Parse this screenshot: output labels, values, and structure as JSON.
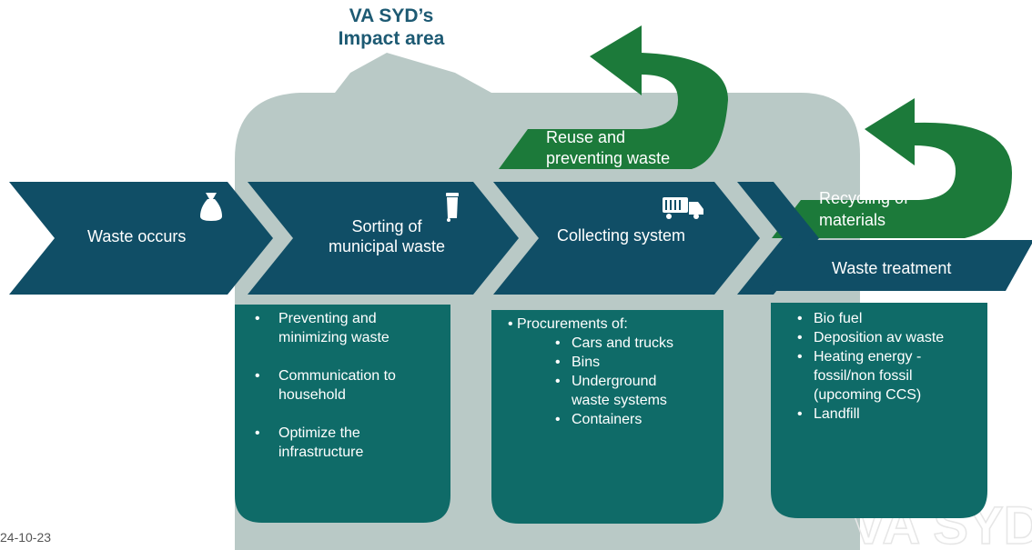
{
  "impact_area": {
    "title_line1": "VA SYD’s",
    "title_line2": "Impact area"
  },
  "chevrons": [
    {
      "label": "Waste occurs",
      "icon": "trash-bag-icon"
    },
    {
      "label_line1": "Sorting of",
      "label_line2": "municipal waste",
      "icon": "waste-bin-icon"
    },
    {
      "label": "Collecting system",
      "icon": "garbage-truck-icon"
    }
  ],
  "reuse": {
    "line1": "Reuse and",
    "line2": "preventing waste"
  },
  "recycling": {
    "line1": "Recycling of",
    "line2": "materials"
  },
  "treatment": {
    "label": "Waste treatment"
  },
  "box_sorting": {
    "items": [
      "Preventing and minimizing waste",
      "Communication to household",
      "Optimize the infrastructure"
    ]
  },
  "box_collecting": {
    "heading": "Procurements of:",
    "items": [
      "Cars and trucks",
      "Bins",
      "Underground waste systems",
      "Containers"
    ]
  },
  "box_treatment": {
    "items": [
      "Bio fuel",
      "Deposition av waste",
      "Heating energy - fossil/non fossil (upcoming CCS)",
      "Landfill"
    ]
  },
  "footer": {
    "date": "24-10-23",
    "logo_text": "VA SYD"
  },
  "colors": {
    "navy": "#104e66",
    "teal": "#0f6b68",
    "green": "#1c7a3a",
    "impact": "#b9c9c6",
    "title": "#1d5a73"
  }
}
